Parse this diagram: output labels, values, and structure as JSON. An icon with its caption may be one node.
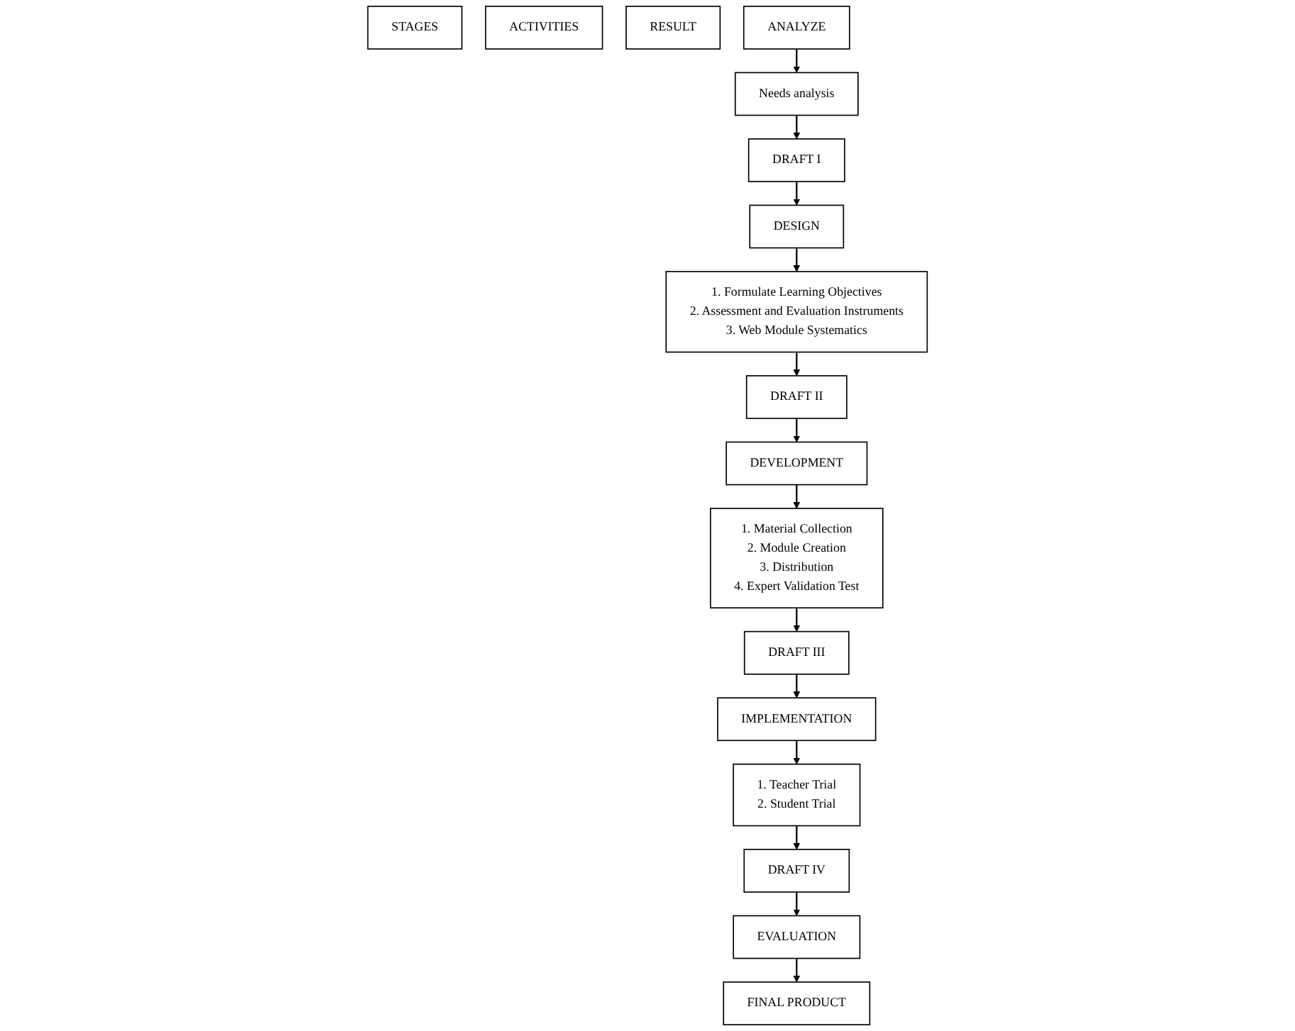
{
  "diagram": {
    "nodes": [
      {
        "text": [
          "STAGES"
        ]
      },
      {
        "text": [
          "ACTIVITIES"
        ]
      },
      {
        "text": [
          "RESULT"
        ]
      },
      {
        "text": [
          "ANALYZE"
        ]
      },
      {
        "text": [
          "Needs analysis"
        ]
      },
      {
        "text": [
          "DRAFT I"
        ]
      },
      {
        "text": [
          "DESIGN"
        ]
      },
      {
        "text": [
          "1. Formulate Learning Objectives",
          "2. Assessment and Evaluation Instruments",
          "3. Web Module Systematics"
        ]
      },
      {
        "text": [
          "DRAFT II"
        ]
      },
      {
        "text": [
          "DEVELOPMENT"
        ]
      },
      {
        "text": [
          "1. Material Collection",
          "2. Module Creation",
          "3. Distribution",
          "4. Expert Validation Test"
        ]
      },
      {
        "text": [
          "DRAFT III"
        ]
      },
      {
        "text": [
          "IMPLEMENTATION"
        ]
      },
      {
        "text": [
          "1. Teacher Trial",
          "2. Student Trial"
        ]
      },
      {
        "text": [
          "DRAFT IV"
        ]
      },
      {
        "text": [
          "EVALUATION"
        ]
      },
      {
        "text": [
          "FINAL PRODUCT"
        ]
      }
    ],
    "edges": [
      {
        "from": 3,
        "to": 4,
        "arrow": "to"
      },
      {
        "from": 4,
        "to": 5,
        "arrow": "to"
      },
      {
        "from": 5,
        "to": 6,
        "arrow": "to"
      },
      {
        "from": 6,
        "to": 7,
        "arrow": "to"
      },
      {
        "from": 7,
        "to": 8,
        "arrow": "to"
      },
      {
        "from": 8,
        "to": 9,
        "arrow": "to"
      },
      {
        "from": 9,
        "to": 10,
        "arrow": "to"
      },
      {
        "from": 10,
        "to": 11,
        "arrow": "to"
      },
      {
        "from": 11,
        "to": 12,
        "arrow": "to"
      },
      {
        "from": 12,
        "to": 13,
        "arrow": "to"
      },
      {
        "from": 13,
        "to": 14,
        "arrow": "to"
      },
      {
        "from": 14,
        "to": 15,
        "arrow": "to"
      },
      {
        "from": 15,
        "to": 16,
        "arrow": "to"
      }
    ]
  }
}
